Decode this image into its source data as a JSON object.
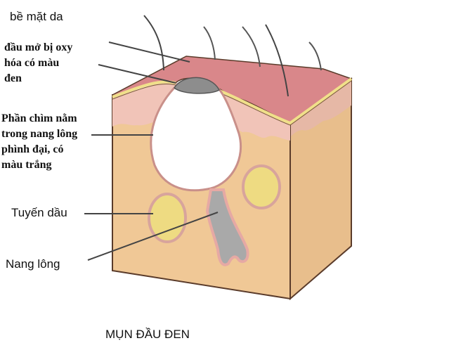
{
  "diagram": {
    "title": "MỤN ĐẦU ĐEN",
    "labels": {
      "skin_surface": "bề mặt da",
      "oxidized_head": [
        "đầu mở bị oxy",
        "hóa có màu",
        "đen"
      ],
      "submerged_part": [
        "Phần chìm nằm",
        "trong nang lông",
        "phình đại, có",
        "màu trắng"
      ],
      "sebaceous_gland": "Tuyến dầu",
      "hair_follicle": "Nang lông"
    },
    "colors": {
      "epidermis_top": "#d9878a",
      "yellow_layer": "#f0e08a",
      "dermis_pink": "#f1c4b8",
      "block_tan": "#f0c896",
      "block_side": "#e8be8c",
      "gland_yellow": "#eedb82",
      "plug_gray": "#8d8d8d",
      "follicle_gray": "#a9a9a9",
      "outline": "#5a3b2a"
    }
  }
}
